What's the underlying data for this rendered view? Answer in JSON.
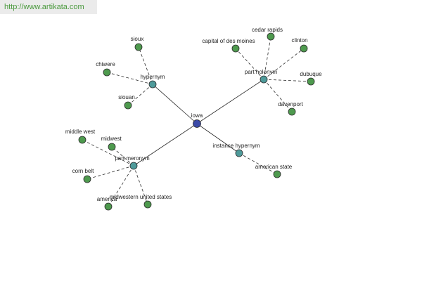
{
  "header": {
    "url": "http://www.artikata.com"
  },
  "colors": {
    "root": "#3b4aa8",
    "relation": "#4e9a9a",
    "leaf": "#4e9a4e",
    "stroke": "#2b2b2b"
  },
  "graph": {
    "root": {
      "id": "iowa",
      "label": "iowa"
    },
    "relations": [
      {
        "id": "hypernym",
        "label": "hypernym",
        "children": [
          {
            "id": "sioux",
            "label": "sioux"
          },
          {
            "id": "chiwere",
            "label": "chiwere"
          },
          {
            "id": "siouan",
            "label": "siouan"
          }
        ]
      },
      {
        "id": "part-holonym",
        "label": "part holonym",
        "children": [
          {
            "id": "capital-of-des-moines",
            "label": "capital of des moines"
          },
          {
            "id": "cedar-rapids",
            "label": "cedar rapids"
          },
          {
            "id": "clinton",
            "label": "clinton"
          },
          {
            "id": "dubuque",
            "label": "dubuque"
          },
          {
            "id": "davenport",
            "label": "davenport"
          }
        ]
      },
      {
        "id": "instance-hypernym",
        "label": "instance hypernym",
        "children": [
          {
            "id": "american-state",
            "label": "american state"
          }
        ]
      },
      {
        "id": "part-meronym",
        "label": "part meronym",
        "children": [
          {
            "id": "middle-west",
            "label": "middle west"
          },
          {
            "id": "midwest",
            "label": "midwest"
          },
          {
            "id": "corn-belt",
            "label": "corn belt"
          },
          {
            "id": "america",
            "label": "america"
          },
          {
            "id": "midwestern-united-states",
            "label": "midwestern united states"
          }
        ]
      }
    ]
  }
}
